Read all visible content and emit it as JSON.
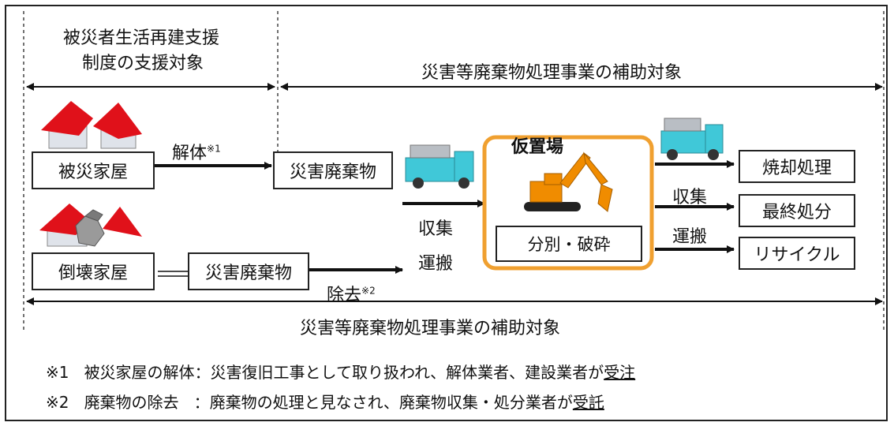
{
  "top_left_label_line1": "被災者生活再建支援",
  "top_left_label_line2": "制度の支援対象",
  "top_right_label": "災害等廃棄物処理事業の補助対象",
  "bottom_label": "災害等廃棄物処理事業の補助対象",
  "houses": {
    "damaged": "被災家屋",
    "collapsed": "倒壊家屋"
  },
  "waste_box_1": "災害廃棄物",
  "waste_box_2": "災害廃棄物",
  "demolition": {
    "text": "解体",
    "mark": "※1"
  },
  "removal": {
    "text": "除去",
    "mark": "※2"
  },
  "collect_transport_left": {
    "line1": "収集",
    "line2": "運搬"
  },
  "collect_transport_right": {
    "line1": "収集",
    "line2": "運搬"
  },
  "temp_site": {
    "title": "仮置場",
    "process": "分別・破砕"
  },
  "outputs": [
    "焼却処理",
    "最終処分",
    "リサイクル"
  ],
  "notes": [
    {
      "mark": "※1",
      "subject": "被災家屋の解体",
      "body": "：災害復旧工事として取り扱われ、解体業者、建設業者が",
      "underlined": "受注"
    },
    {
      "mark": "※2",
      "subject": "廃棄物の除去",
      "body": "：廃棄物の処理と見なされ、廃棄物収集・処分業者が",
      "underlined": "受託"
    }
  ],
  "colors": {
    "roof": "#e0111a",
    "truck_body": "#40c8d8",
    "site_border": "#f0a030",
    "excavator": "#f08c00"
  }
}
